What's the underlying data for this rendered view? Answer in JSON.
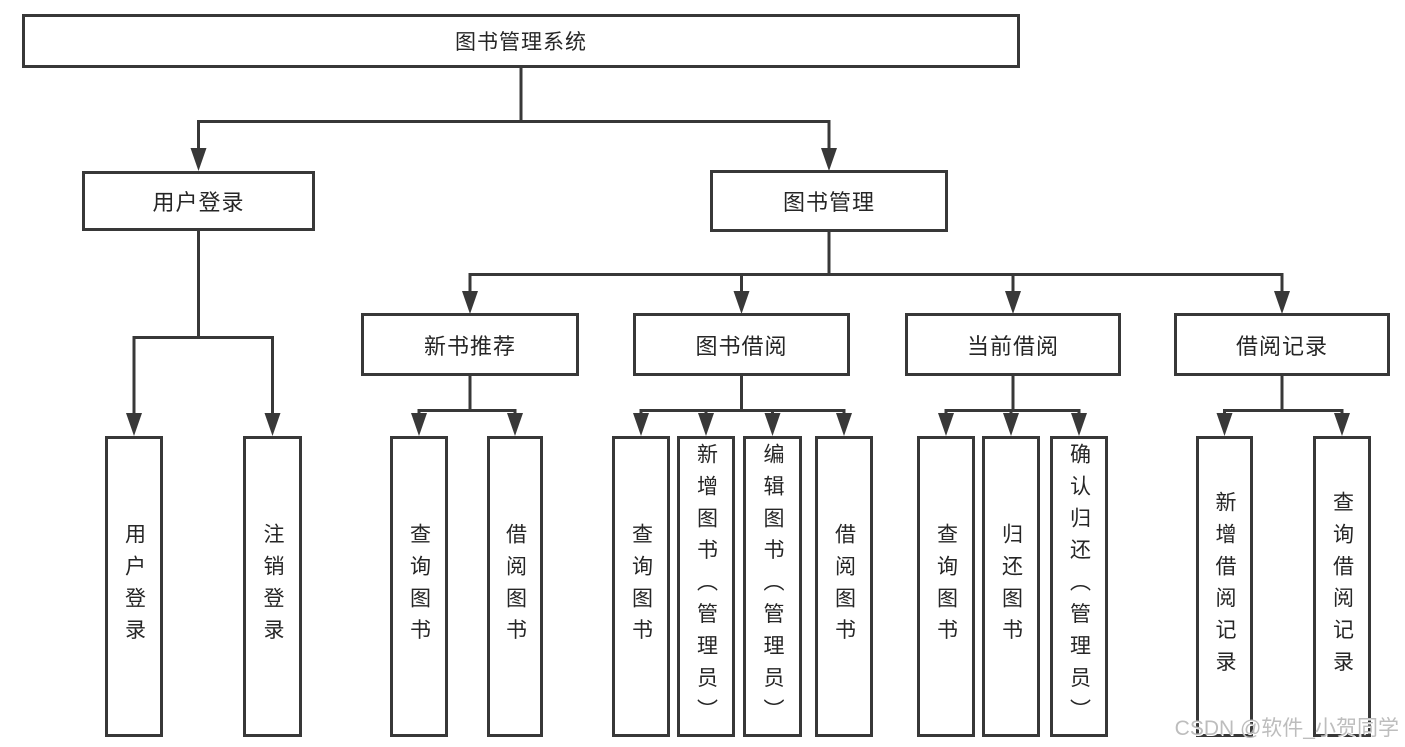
{
  "tree": {
    "label": "图书管理系统",
    "children": [
      {
        "label": "用户登录",
        "children": [
          {
            "label": "用户登录"
          },
          {
            "label": "注销登录"
          }
        ]
      },
      {
        "label": "图书管理",
        "children": [
          {
            "label": "新书推荐",
            "children": [
              {
                "label": "查询图书"
              },
              {
                "label": "借阅图书"
              }
            ]
          },
          {
            "label": "图书借阅",
            "children": [
              {
                "label": "查询图书"
              },
              {
                "label": "新增图书（管理员）"
              },
              {
                "label": "编辑图书（管理员）"
              },
              {
                "label": "借阅图书"
              }
            ]
          },
          {
            "label": "当前借阅",
            "children": [
              {
                "label": "查询图书"
              },
              {
                "label": "归还图书"
              },
              {
                "label": "确认归还（管理员）"
              }
            ]
          },
          {
            "label": "借阅记录",
            "children": [
              {
                "label": "新增借阅记录"
              },
              {
                "label": "查询借阅记录"
              }
            ]
          }
        ]
      }
    ]
  },
  "colors": {
    "line": "#383838",
    "text": "#262626",
    "watermark": "#bdbdbd",
    "background": "#ffffff"
  },
  "watermark": "CSDN @软件_小贺同学"
}
